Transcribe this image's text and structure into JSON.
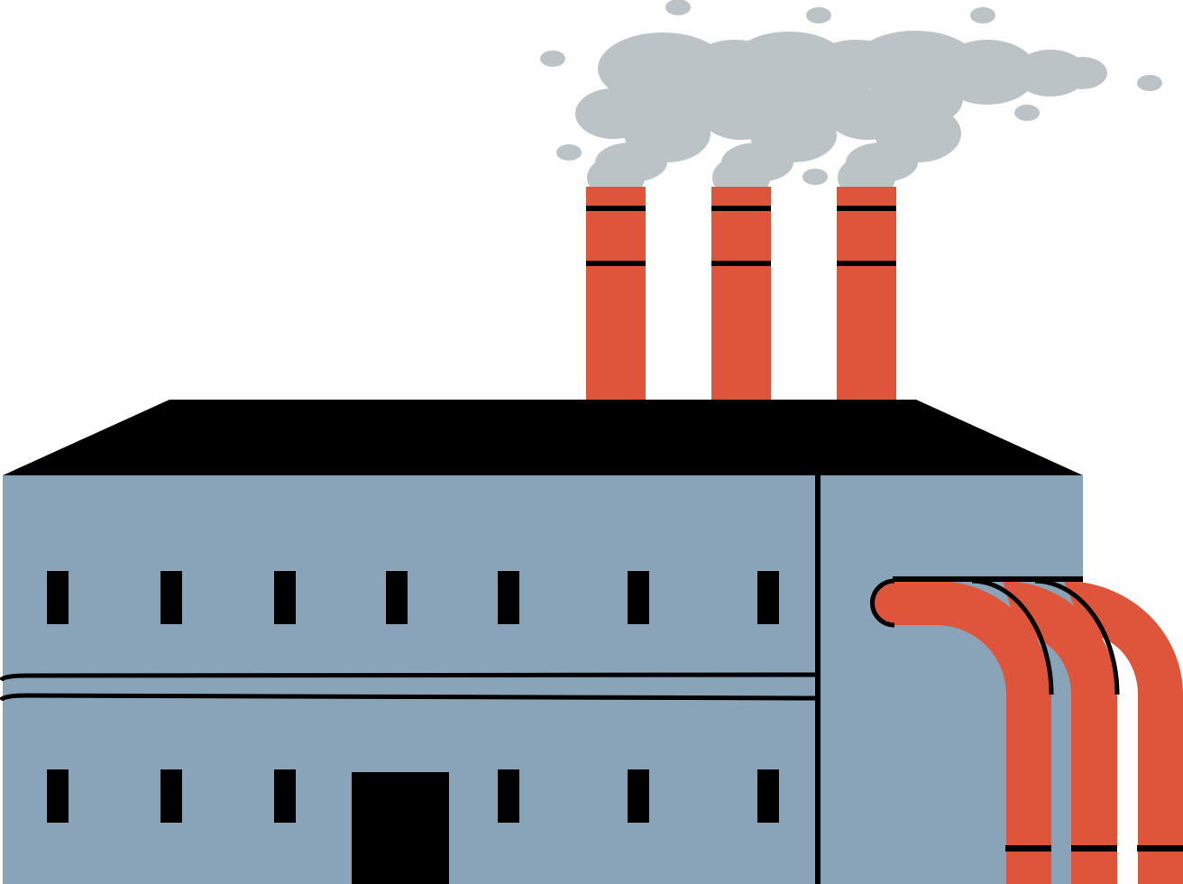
{
  "scene": {
    "subject": "factory",
    "colors": {
      "background": "#ffffff",
      "wall": "#89a3b9",
      "roof": "#000000",
      "chimney": "#df553b",
      "pipe": "#df553b",
      "smoke": "#bcc3c6",
      "window": "#000000",
      "outline": "#000000"
    },
    "counts": {
      "chimneys": 3,
      "pipes": 3,
      "upper_windows": 7,
      "lower_windows": 6,
      "doors": 1
    }
  }
}
